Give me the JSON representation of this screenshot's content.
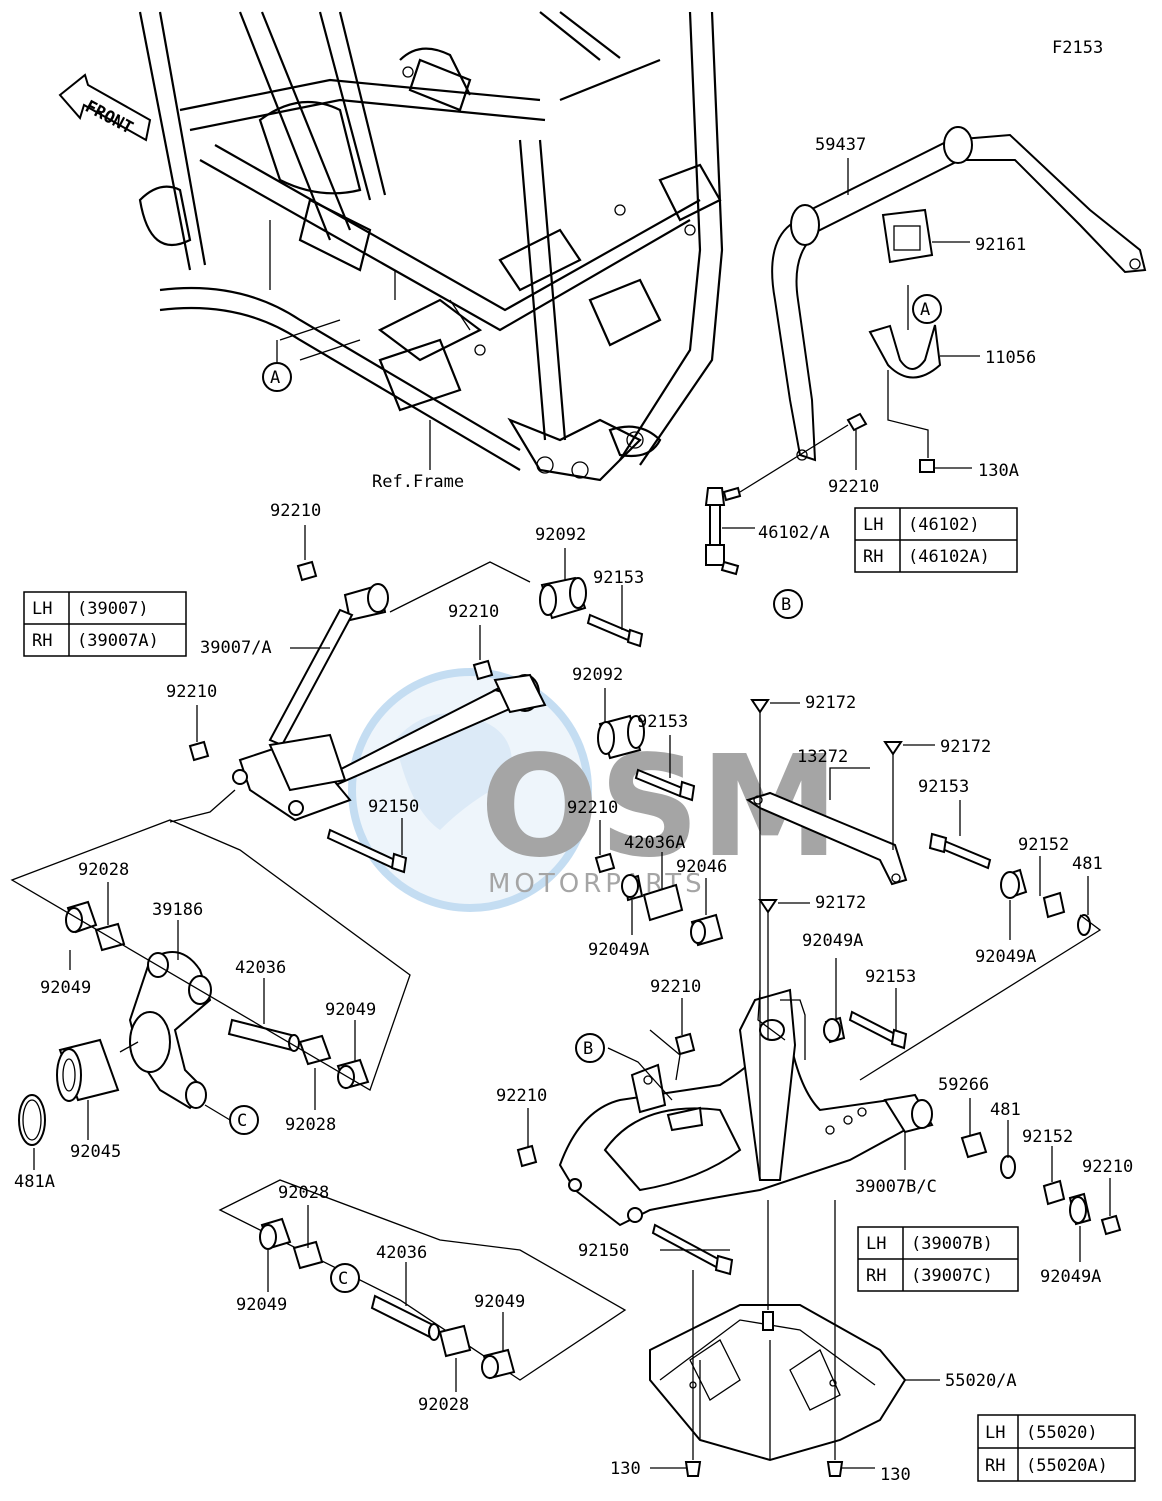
{
  "figure_code": "F2153",
  "front_label": "FRONT",
  "ref_frame": "Ref.Frame",
  "watermark": {
    "brand": "OSM",
    "sub": "MOTORPARTS"
  },
  "markers": {
    "A": "A",
    "B": "B",
    "C": "C"
  },
  "labels": {
    "p59437": "59437",
    "p92161": "92161",
    "p11056": "11056",
    "p130A": "130A",
    "p92210_stab": "92210",
    "p46102": "46102/A",
    "p92210_a": "92210",
    "p92092_a": "92092",
    "p92153_a": "92153",
    "p39007": "39007/A",
    "p92210_b": "92210",
    "p92092_b": "92092",
    "p92153_b": "92153",
    "p92210_c": "92210",
    "p92150_a": "92150",
    "p92172_a": "92172",
    "p92172_b": "92172",
    "p13272": "13272",
    "p92153_c": "92153",
    "p92152_a": "92152",
    "p481_a": "481",
    "p92049A_a": "92049A",
    "p92210_d": "92210",
    "p42036A": "42036A",
    "p92046": "92046",
    "p92049A_b": "92049A",
    "p92172_c": "92172",
    "p92049A_c": "92049A",
    "p92153_d": "92153",
    "p92028_a": "92028",
    "p39186": "39186",
    "p92049_a": "92049",
    "p42036_a": "42036",
    "p92049_b": "92049",
    "p92028_b": "92028",
    "p92045": "92045",
    "p481A": "481A",
    "p92210_e": "92210",
    "p92210_f": "92210",
    "p59266": "59266",
    "p481_b": "481",
    "p92152_b": "92152",
    "p92210_g": "92210",
    "p39007BC": "39007B/C",
    "p92049A_d": "92049A",
    "p92150_b": "92150",
    "p92028_c": "92028",
    "p92049_c": "92049",
    "p42036_b": "42036",
    "p92049_d": "92049",
    "p92028_d": "92028",
    "p55020": "55020/A",
    "p130_a": "130",
    "p130_b": "130"
  },
  "tables": {
    "t46102": {
      "lh": "LH",
      "lh_val": "(46102)",
      "rh": "RH",
      "rh_val": "(46102A)"
    },
    "t39007": {
      "lh": "LH",
      "lh_val": "(39007)",
      "rh": "RH",
      "rh_val": "(39007A)"
    },
    "t39007BC": {
      "lh": "LH",
      "lh_val": "(39007B)",
      "rh": "RH",
      "rh_val": "(39007C)"
    },
    "t55020": {
      "lh": "LH",
      "lh_val": "(55020)",
      "rh": "RH",
      "rh_val": "(55020A)"
    }
  }
}
